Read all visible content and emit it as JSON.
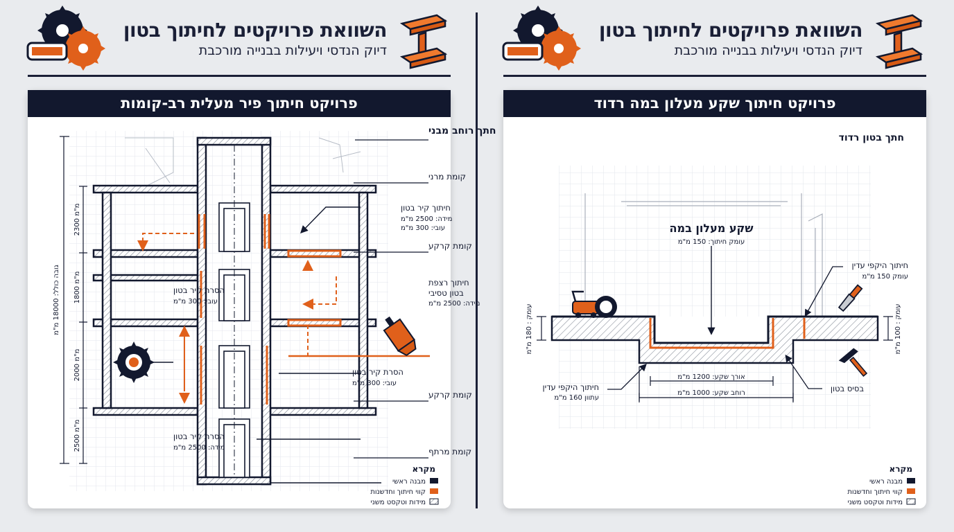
{
  "colors": {
    "navy": "#12182e",
    "orange": "#e0601b",
    "hatch": "#9aa0ab",
    "grid": "#dfe3ea"
  },
  "header": {
    "title": "השוואת פרויקטים לחיתוך בטון",
    "subtitle": "דיוק הנדסי ויעילות בבנייה מורכבת",
    "icons": [
      "circular-saw-icon",
      "steel-beam-icon"
    ]
  },
  "left_panel": {
    "card_title": "פרויקט חיתוך פיר מעלית רב-קומות",
    "section_title": "חתך רוחב מבני",
    "floors": {
      "top": "קומת מרני",
      "f1": "קומת קרקע",
      "f2": "קומת קרקע",
      "base": "קומת מרתף"
    },
    "notes": {
      "n1": [
        "חיתוך קיר בטון",
        "מידה: 2500 מ\"מ",
        "עובי: 300 מ\"מ"
      ],
      "n2": [
        "חיתוך רצפת",
        "בטון טסיבי",
        "מידה: 2500 מ\"מ"
      ],
      "n3": [
        "הסרת קיר בטון",
        "עובי: 300 מ\"מ"
      ],
      "n4": [
        "הסרת קיר בטון",
        "עובי: 300 מ\"מ"
      ],
      "n5": [
        "הסרת קיר בטון",
        "מידה: 2500 מ\"מ"
      ]
    },
    "dims": {
      "d1": "2300 מ\"מ",
      "d2": "1800 מ\"מ",
      "d3": "2000 מ\"מ",
      "d4": "2500 מ\"מ",
      "total": "גובה כולל: 18000 מ\"מ"
    }
  },
  "right_panel": {
    "card_title": "פרויקט חיתוך שקע מעלון במה רדוד",
    "section_title": "חתך בטון רדוד",
    "pit_title": "שקע מעלון במה",
    "pit_sub": "עומק חיתוך: 150 מ\"מ",
    "edge_cut": {
      "title": "חיתוך היקפי עדין",
      "sub": "עומק 150 מ\"מ"
    },
    "depth_left": "עומק : 180 מ\"מ",
    "depth_right": "עומק : 100 מ\"מ",
    "length": "אורך שקע: 1200 מ\"מ",
    "width": "רוחב שקע: 1000 מ\"מ",
    "perimeter_cut": {
      "title": "חיתוך היקפי עדין",
      "sub": "עתוון 160 מ\"מ"
    },
    "base": "בסיס בטון"
  },
  "legend": {
    "title": "מקרא",
    "items": [
      "מבנה ראשי",
      "קווי חיתוך וחדשנות",
      "מידות וטקסט משני"
    ]
  }
}
